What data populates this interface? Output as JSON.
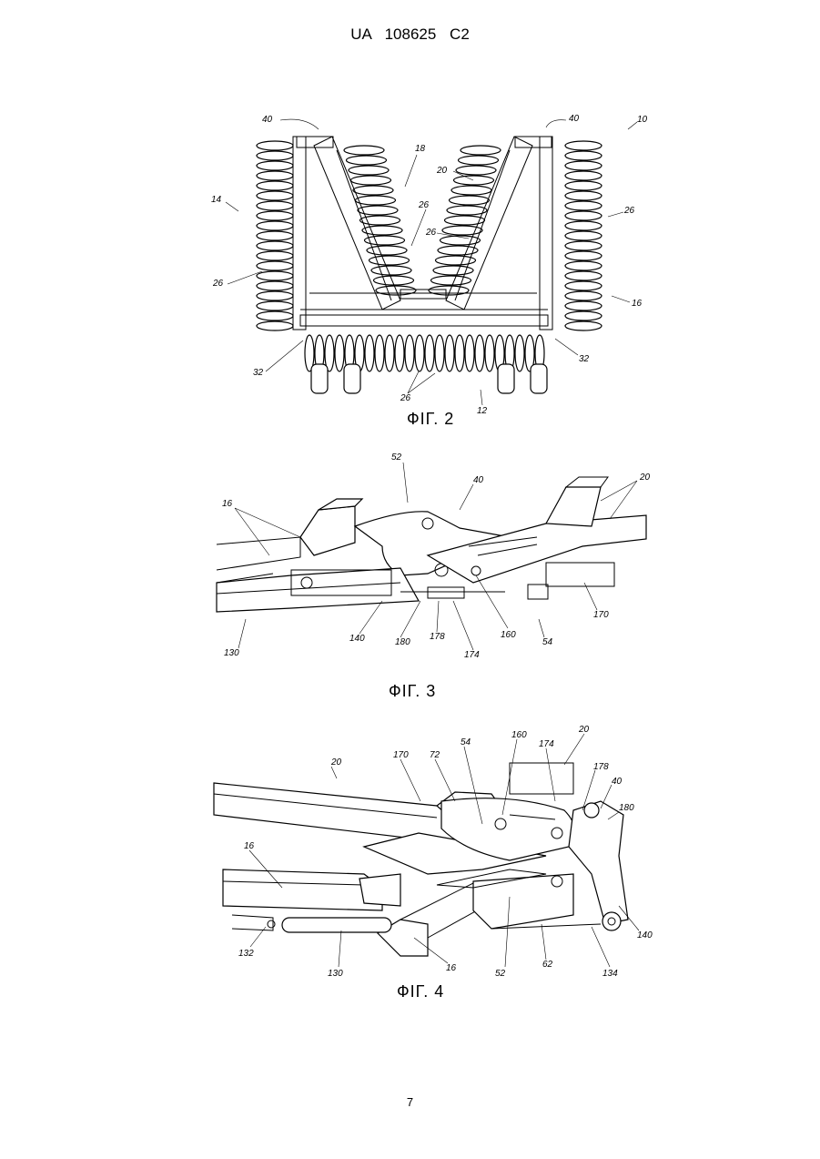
{
  "header": {
    "patent_number": "UA   108625   C2"
  },
  "figures": {
    "fig2": {
      "caption": "ФІГ. 2",
      "labels": {
        "l10": "10",
        "l40a": "40",
        "l40b": "40",
        "l18": "18",
        "l20": "20",
        "l14": "14",
        "l26a": "26",
        "l26b": "26",
        "l26c": "26",
        "l26d": "26",
        "l26e": "26",
        "l16": "16",
        "l32a": "32",
        "l32b": "32",
        "l12": "12"
      }
    },
    "fig3": {
      "caption": "ФІГ. 3",
      "labels": {
        "l52": "52",
        "l40": "40",
        "l20": "20",
        "l16": "16",
        "l170": "170",
        "l160": "160",
        "l54": "54",
        "l174": "174",
        "l178": "178",
        "l180": "180",
        "l140": "140",
        "l130": "130"
      }
    },
    "fig4": {
      "caption": "ФІГ. 4",
      "labels": {
        "l160": "160",
        "l20a": "20",
        "l174": "174",
        "l170": "170",
        "l72": "72",
        "l54": "54",
        "l178": "178",
        "l40": "40",
        "l20b": "20",
        "l180": "180",
        "l16a": "16",
        "l140": "140",
        "l132": "132",
        "l130": "130",
        "l16b": "16",
        "l52": "52",
        "l62": "62",
        "l134": "134"
      }
    }
  },
  "footer": {
    "page_number": "7"
  }
}
